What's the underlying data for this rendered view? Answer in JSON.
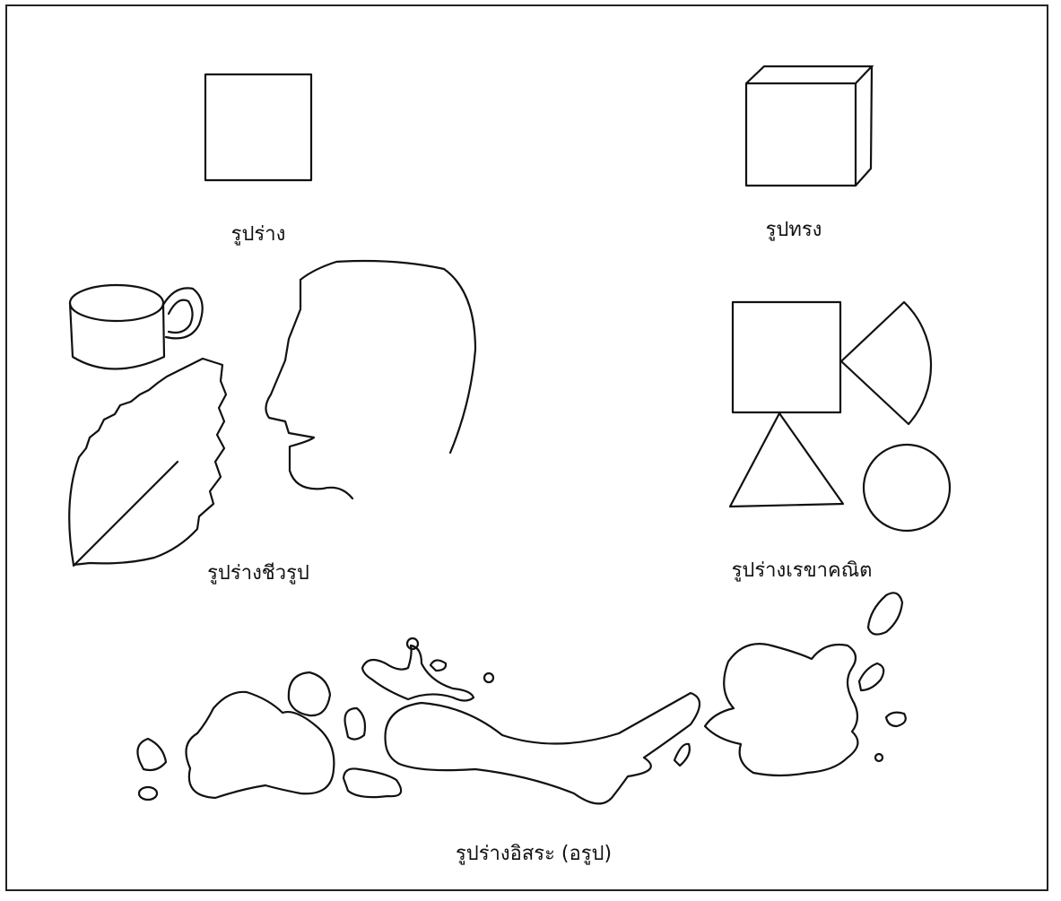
{
  "labels": {
    "shape": "รูปร่าง",
    "form": "รูปทรง",
    "organic": "รูปร่างชีวรูป",
    "geometric": "รูปร่างเรขาคณิต",
    "free_form": "รูปร่างอิสระ (อรูป)"
  },
  "colors": {
    "line": "#111111",
    "background": "#ffffff"
  }
}
